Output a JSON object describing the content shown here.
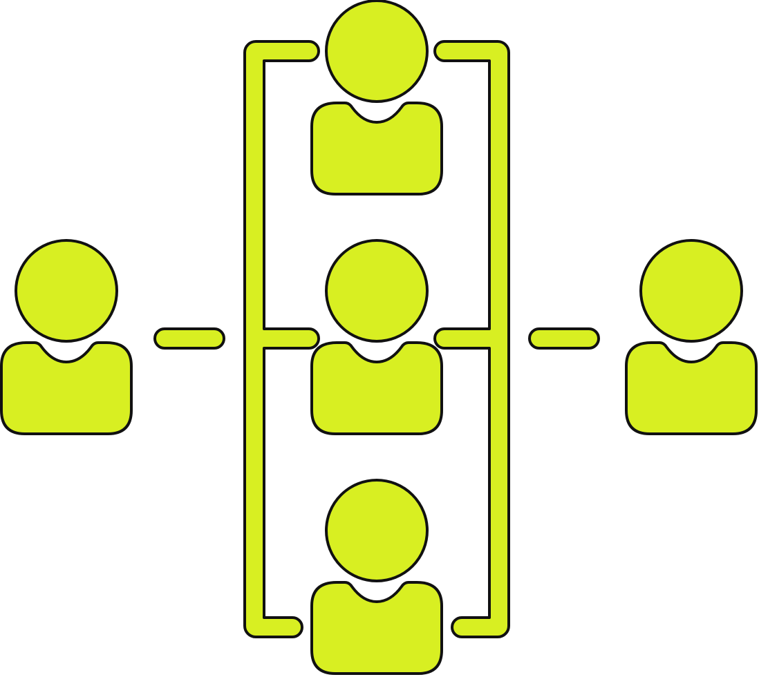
{
  "diagram": {
    "type": "network-people-icon",
    "colors": {
      "fill": "#d8ef22",
      "stroke": "#111111",
      "background": "#ffffff"
    },
    "nodes": [
      {
        "id": "left-person",
        "icon": "person-icon"
      },
      {
        "id": "top-person",
        "icon": "person-icon"
      },
      {
        "id": "middle-person",
        "icon": "person-icon"
      },
      {
        "id": "bottom-person",
        "icon": "person-icon"
      },
      {
        "id": "right-person",
        "icon": "person-icon"
      }
    ],
    "connections": [
      {
        "from": "left-person",
        "to": "left-bracket"
      },
      {
        "from": "right-bracket",
        "to": "right-person"
      },
      {
        "from": "left-bracket",
        "to": "top-person"
      },
      {
        "from": "left-bracket",
        "to": "middle-person"
      },
      {
        "from": "left-bracket",
        "to": "bottom-person"
      },
      {
        "from": "top-person",
        "to": "right-bracket"
      },
      {
        "from": "middle-person",
        "to": "right-bracket"
      },
      {
        "from": "bottom-person",
        "to": "right-bracket"
      }
    ]
  }
}
